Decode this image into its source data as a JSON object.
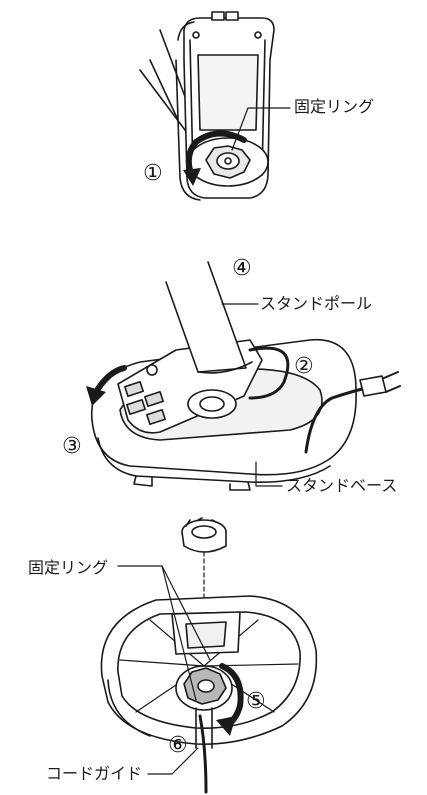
{
  "labels": {
    "fixing_ring_top": "固定リング",
    "stand_pole": "スタンドポール",
    "stand_base": "スタンドベース",
    "fixing_ring_bottom": "固定リング",
    "cord_guide": "コードガイド"
  },
  "steps": [
    "①",
    "②",
    "③",
    "④",
    "⑤",
    "⑥"
  ],
  "colors": {
    "line": "#1a1a1a",
    "fill": "#ffffff",
    "shade": "#d9d9d9",
    "dark": "#555555"
  }
}
